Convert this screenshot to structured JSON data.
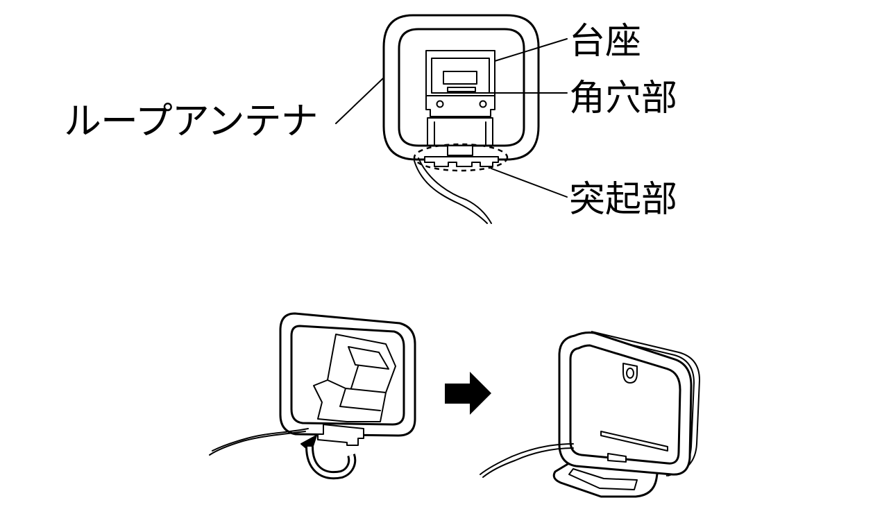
{
  "labels": {
    "loop_antenna": "ループアンテナ",
    "base": "台座",
    "square_hole": "角穴部",
    "protrusion": "突起部"
  },
  "icons": {
    "step_arrow": "right-arrow-icon",
    "rotate_arrow": "curved-arrow-icon"
  }
}
